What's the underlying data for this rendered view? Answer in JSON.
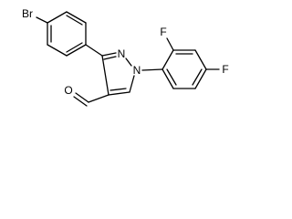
{
  "molecule": {
    "atoms": {
      "br": "Br",
      "n1": "N",
      "n2": "N",
      "f_ortho": "F",
      "f_para": "F",
      "o": "O"
    },
    "colors": {
      "bond": "#000000",
      "background": "#ffffff"
    }
  }
}
